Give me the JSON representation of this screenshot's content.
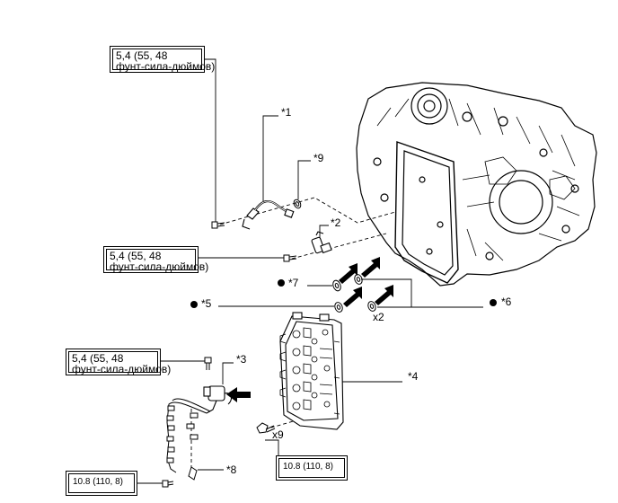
{
  "torque_specs": {
    "t1": {
      "line1": "5,4 (55, 48",
      "line2": "фунт-сила-дюймов)"
    },
    "t2": {
      "line1": "5,4 (55, 48",
      "line2": "фунт-сила-дюймов)"
    },
    "t3": {
      "line1": "5,4 (55, 48",
      "line2": "фунт-сила-дюймов)"
    },
    "t4": {
      "value": "10.8 (110, 8)"
    },
    "t5": {
      "value": "10.8 (110, 8)"
    }
  },
  "callouts": {
    "c1": "*1",
    "c2": "*2",
    "c3": "*3",
    "c4": "*4",
    "c5": "*5",
    "c6": "*6",
    "c7": "*7",
    "c8": "*8",
    "c9": "*9"
  },
  "quantities": {
    "q_seals": "x2",
    "q_bolts": "x9"
  },
  "symbols": {
    "bullet": "●"
  },
  "icon_names": [
    "arrow-icon",
    "filled-circle-icon"
  ]
}
